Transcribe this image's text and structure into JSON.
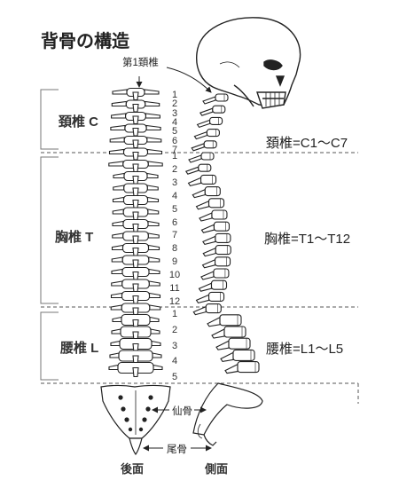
{
  "title": "背骨の構造",
  "first_cervical_label": "第1頚椎",
  "regions": [
    {
      "name": "頚椎 C",
      "formula": "頚椎=C1〜C7",
      "numbers": [
        "1",
        "2",
        "3",
        "4",
        "5",
        "6",
        "7"
      ]
    },
    {
      "name": "胸椎 T",
      "formula": "胸椎=T1〜T12",
      "numbers": [
        "1",
        "2",
        "3",
        "4",
        "5",
        "6",
        "7",
        "8",
        "9",
        "10",
        "11",
        "12"
      ]
    },
    {
      "name": "腰椎 L",
      "formula": "腰椎=L1〜L5",
      "numbers": [
        "1",
        "2",
        "3",
        "4",
        "5"
      ]
    }
  ],
  "sacrum_label": "仙骨",
  "coccyx_label": "尾骨",
  "views": {
    "back": "後面",
    "side": "側面"
  }
}
